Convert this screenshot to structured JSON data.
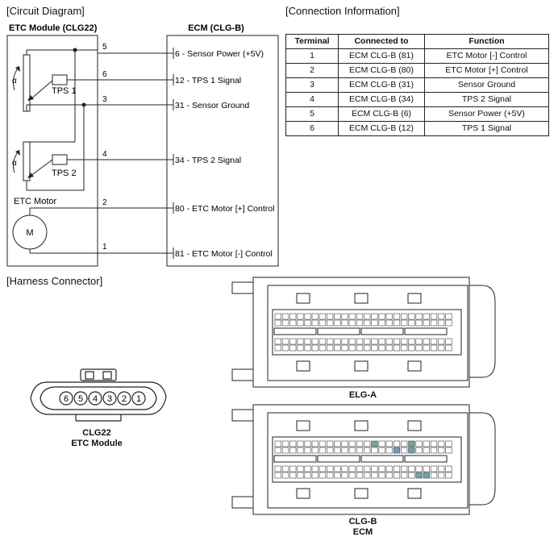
{
  "headings": {
    "circuit": "[Circuit Diagram]",
    "connection": "[Connection Information]",
    "harness": "[Harness Connector]"
  },
  "circuit": {
    "etc_module_title": "ETC Module (CLG22)",
    "ecm_title": "ECM (CLG-B)",
    "tps1_label": "TPS 1",
    "tps2_label": "TPS 2",
    "alpha": "α",
    "etc_motor_label": "ETC Motor",
    "motor_symbol": "M",
    "module_pins": [
      "5",
      "6",
      "3",
      "4",
      "2",
      "1"
    ],
    "ecm_terminals": [
      {
        "pin": "6",
        "label": " - Sensor Power (+5V)"
      },
      {
        "pin": "12",
        "label": " - TPS 1 Signal"
      },
      {
        "pin": "31",
        "label": " - Sensor Ground"
      },
      {
        "pin": "34",
        "label": " - TPS 2 Signal"
      },
      {
        "pin": "80",
        "label": " - ETC Motor [+] Control"
      },
      {
        "pin": "81",
        "label": " - ETC Motor [-] Control"
      }
    ]
  },
  "connection_table": {
    "headers": [
      "Terminal",
      "Connected to",
      "Function"
    ],
    "rows": [
      [
        "1",
        "ECM CLG-B (81)",
        "ETC Motor [-] Control"
      ],
      [
        "2",
        "ECM CLG-B (80)",
        "ETC Motor [+] Control"
      ],
      [
        "3",
        "ECM CLG-B (31)",
        "Sensor Ground"
      ],
      [
        "4",
        "ECM CLG-B (34)",
        "TPS 2 Signal"
      ],
      [
        "5",
        "ECM CLG-B (6)",
        "Sensor Power (+5V)"
      ],
      [
        "6",
        "ECM CLG-B (12)",
        "TPS 1 Signal"
      ]
    ]
  },
  "harness": {
    "clg22_pins": [
      "6",
      "5",
      "4",
      "3",
      "2",
      "1"
    ],
    "clg22_name": "CLG22",
    "clg22_desc": "ETC Module",
    "elga_name": "ELG-A",
    "clgb_name": "CLG-B",
    "clgb_desc": "ECM",
    "highlight_color": "#6fa3a8"
  }
}
